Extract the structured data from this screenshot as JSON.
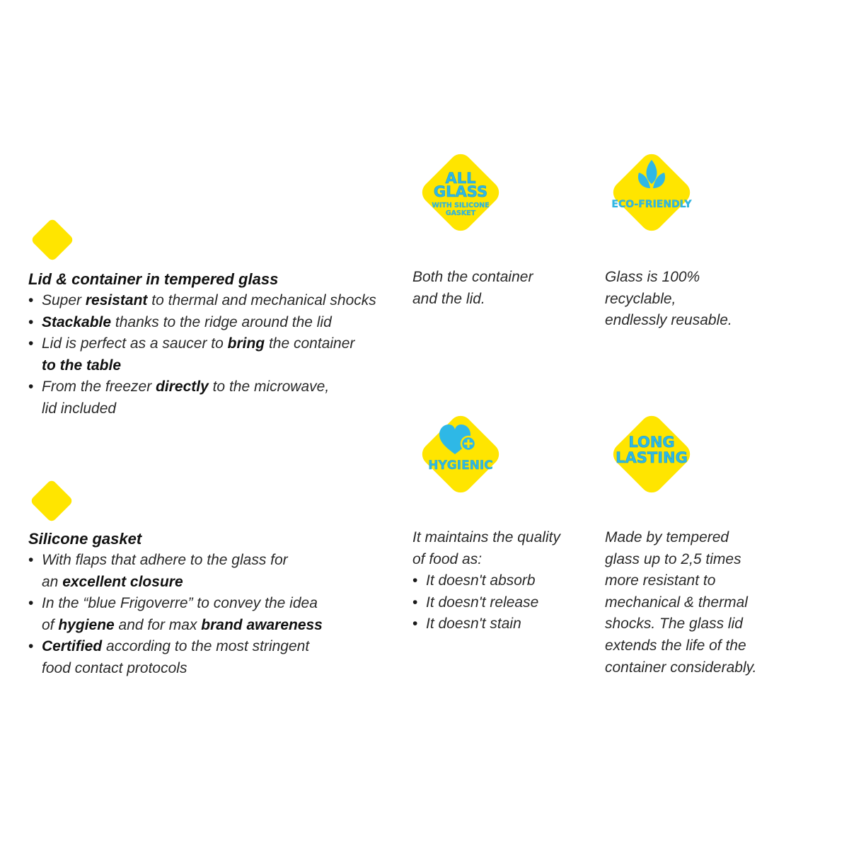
{
  "features": {
    "tempered_glass": {
      "title": "Lid & container in tempered glass",
      "bullets": [
        {
          "pre": "Super ",
          "bold": "resistant",
          "post": " to thermal and mechanical shocks",
          "post2": ""
        },
        {
          "pre": "",
          "bold": "Stackable",
          "post": " thanks to the ridge around the lid",
          "post2": ""
        },
        {
          "pre": "Lid is perfect as a saucer to ",
          "bold": "bring",
          "post": " the container",
          "bold2": "to the table"
        },
        {
          "pre": "From the freezer ",
          "bold": "directly",
          "post": " to the microwave,",
          "post2": "lid included"
        }
      ]
    },
    "silicone_gasket": {
      "title": "Silicone gasket",
      "bullets": [
        {
          "pre": "With flaps that adhere to the glass for",
          "pre2": "an ",
          "bold": "excellent closure"
        },
        {
          "pre": "In the “blue Frigoverre” to convey the idea",
          "pre2": "of ",
          "bold": "hygiene",
          "mid": " and for max ",
          "bold2": "brand awareness"
        },
        {
          "bold": "Certified",
          "post": " according to the most stringent",
          "post2": "food contact protocols"
        }
      ]
    }
  },
  "badges": {
    "all_glass": {
      "line1": "ALL",
      "line2": "GLASS",
      "line3": "WITH SILICONE",
      "line4": "GASKET",
      "desc": [
        "Both the container",
        "and the lid."
      ],
      "icon": "none"
    },
    "eco_friendly": {
      "label": "ECO-FRIENDLY",
      "icon": "leaves-icon",
      "desc": [
        "Glass is 100%",
        "recyclable,",
        "endlessly reusable."
      ]
    },
    "hygienic": {
      "label": "HYGIENIC",
      "icon": "heart-plus-icon",
      "desc_intro": [
        "It maintains the quality",
        "of food as:"
      ],
      "desc_bullets": [
        "It doesn't absorb",
        "It doesn't release",
        "It doesn't stain"
      ]
    },
    "long_lasting": {
      "line1": "LONG",
      "line2": "LASTING",
      "desc": [
        "Made by tempered",
        "glass up to 2,5 times",
        "more resistant to",
        "mechanical & thermal",
        "shocks. The glass lid",
        "extends the life of the",
        "container considerably."
      ]
    }
  },
  "colors": {
    "badge_yellow": "#ffe500",
    "badge_text_blue": "#2eb8e6",
    "body_text": "#2a2a2a"
  }
}
